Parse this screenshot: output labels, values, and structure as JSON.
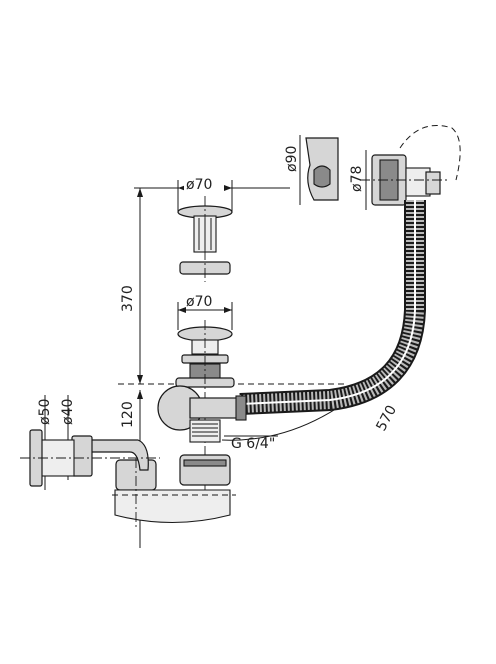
{
  "labels": {
    "d70_top": "ø70",
    "d70_mid": "ø70",
    "d90": "ø90",
    "d78": "ø78",
    "d50": "ø50",
    "d40": "ø40",
    "h370": "370",
    "h120": "120",
    "thread": "G 6/4\"",
    "len570": "570"
  },
  "colors": {
    "stroke": "#1a1a1a",
    "fill_metal": "#d6d6d6",
    "fill_dark": "#8a8a8a",
    "background": "#ffffff"
  }
}
